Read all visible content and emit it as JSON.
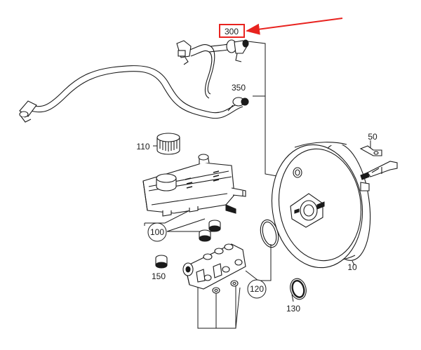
{
  "diagram": {
    "callouts": {
      "p300": "300",
      "p350": "350",
      "p110": "110",
      "p100": "100",
      "p150": "150",
      "p120": "120",
      "p130": "130",
      "p10": "10",
      "p50": "50"
    },
    "highlight": {
      "target": "300",
      "color": "#e8231f"
    },
    "line_color": "#1a1a1a"
  }
}
